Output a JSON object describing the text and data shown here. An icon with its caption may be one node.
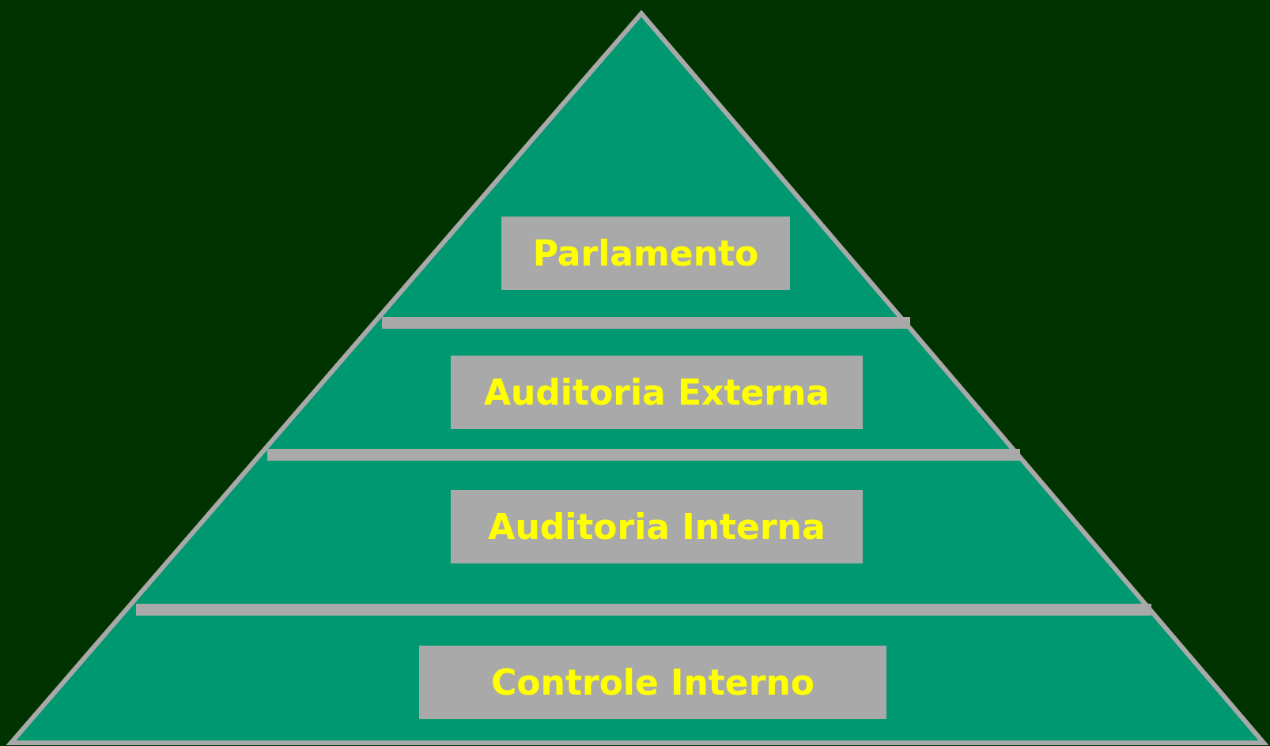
{
  "diagram": {
    "nodes": [
      {
        "text": [
          "Parlamento"
        ]
      },
      {
        "text": [
          "Auditoria Externa"
        ]
      },
      {
        "text": [
          "Auditoria Interna"
        ]
      },
      {
        "text": [
          "Controle Interno"
        ]
      }
    ]
  }
}
